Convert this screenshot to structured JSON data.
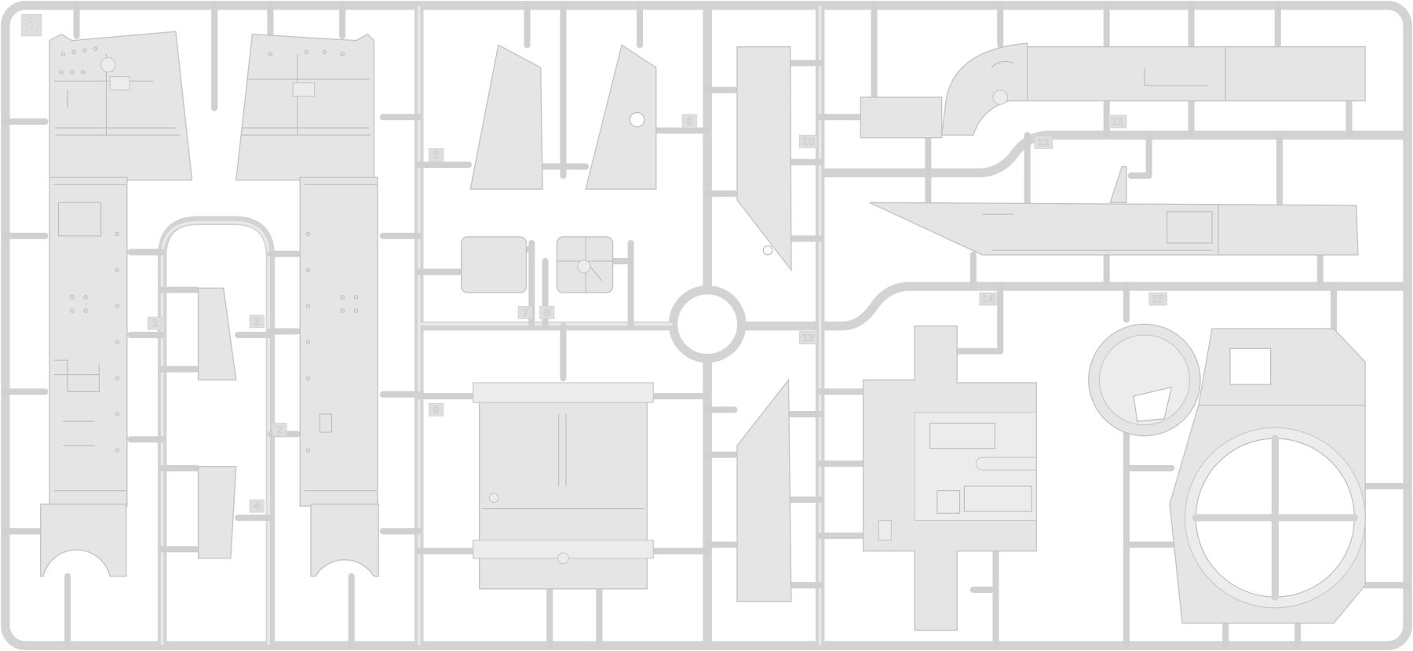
{
  "sprue": {
    "letter": "A",
    "part_numbers": [
      "1",
      "2",
      "3",
      "4",
      "5",
      "6",
      "7",
      "8",
      "9",
      "10",
      "11",
      "12",
      "13",
      "14",
      "15"
    ],
    "color": "#e5e5e5",
    "runner_color": "#d3d3d3"
  }
}
